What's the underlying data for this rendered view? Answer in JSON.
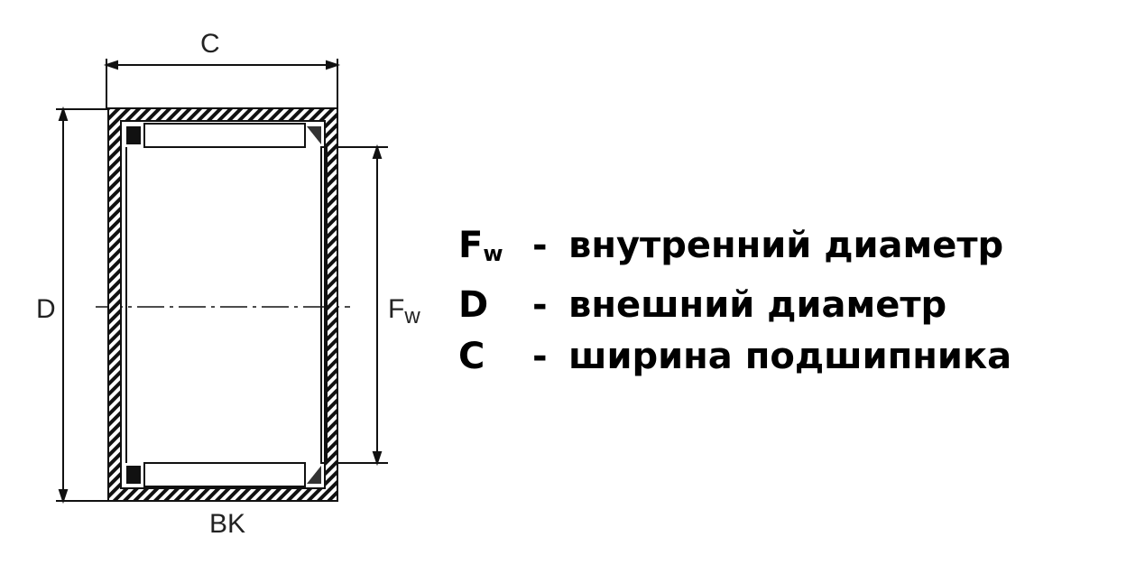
{
  "diagram": {
    "labels": {
      "width": "C",
      "outer": "D",
      "inner_main": "F",
      "inner_sub": "w",
      "type": "BK"
    }
  },
  "legend": [
    {
      "symbol": "F",
      "sub": "w",
      "dash": "-",
      "text": "внутренний диаметр"
    },
    {
      "symbol": "D",
      "sub": "",
      "dash": "-",
      "text": "внешний диаметр"
    },
    {
      "symbol": "C",
      "sub": "",
      "dash": "-",
      "text": "ширина подшипника"
    }
  ]
}
